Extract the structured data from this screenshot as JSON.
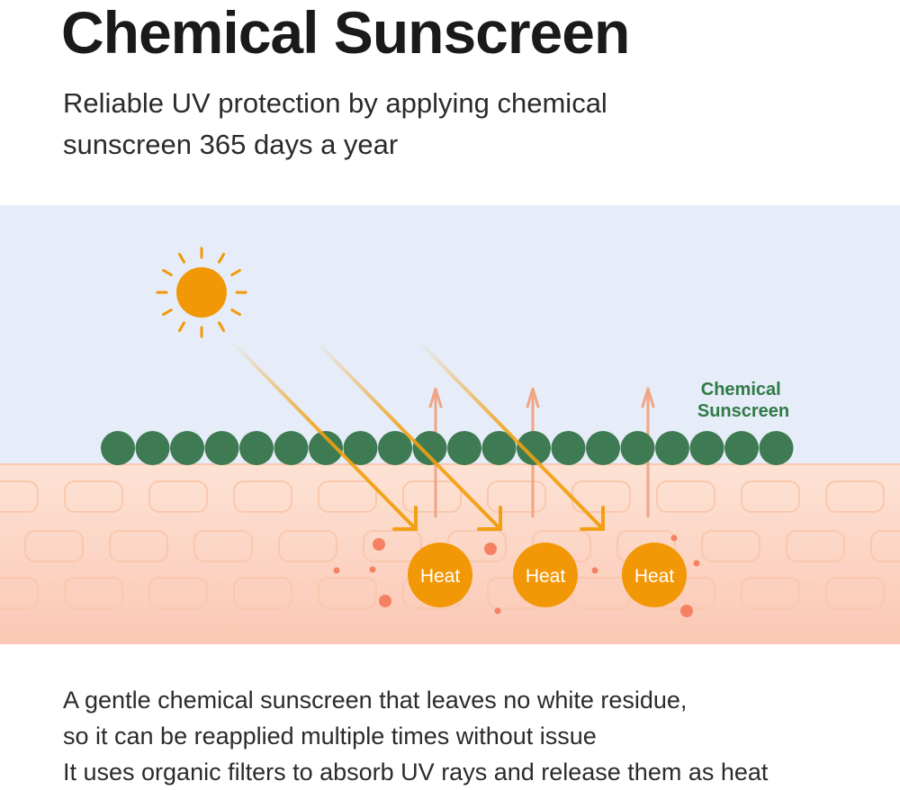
{
  "header": {
    "title": "Chemical Sunscreen",
    "subtitle_lines": [
      "Reliable UV protection by applying chemical",
      "sunscreen 365 days a year"
    ]
  },
  "diagram": {
    "layer_label_lines": [
      "Chemical",
      "Sunscreen"
    ],
    "heat_labels": [
      "Heat",
      "Heat",
      "Heat"
    ],
    "icons": [
      "sun-icon",
      "uv-ray-arrow-icon",
      "heat-release-arrow-icon"
    ],
    "colors": {
      "sky": "#e6ecf8",
      "skin": "#fde3d5",
      "skin_deep": "#fbc7b4",
      "skin_cell": "#f9c8ad",
      "sunscreen_green": "#3e7b52",
      "label_green": "#2f7a45",
      "sun_orange": "#f29806",
      "ray_orange": "#f2a011",
      "heat_orange": "#f29806",
      "release_salmon": "#f0a585",
      "particle": "#f58163"
    }
  },
  "footer": {
    "lines": [
      "A gentle chemical sunscreen that leaves no white residue,",
      "so it can be reapplied multiple times without issue",
      "It uses organic filters to absorb UV rays and release them as heat"
    ]
  }
}
